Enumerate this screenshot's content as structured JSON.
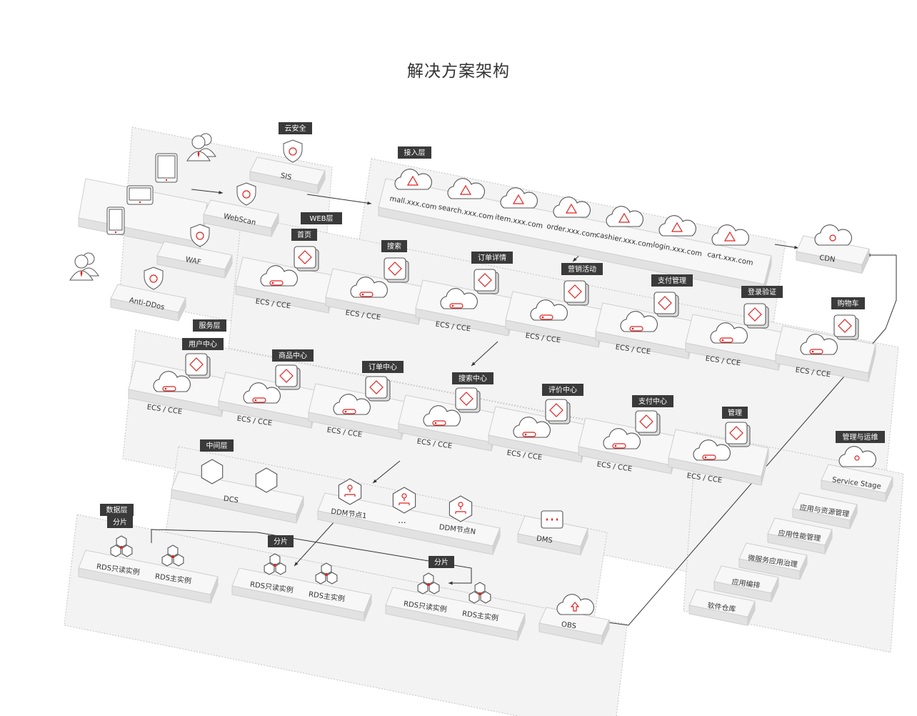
{
  "title": "解决方案架构",
  "cloud_security": {
    "tag": "云安全",
    "items": [
      "SIS",
      "WebScan",
      "WAF",
      "Anti-DDos"
    ]
  },
  "access_layer": {
    "tag": "接入层",
    "domains": [
      "mall.xxx.com",
      "search.xxx.com",
      "item.xxx.com",
      "order.xxx.com",
      "cashier.xxx.com",
      "login.xxx.com",
      "cart.xxx.com"
    ]
  },
  "cdn": "CDN",
  "web_layer": {
    "tag": "WEB层",
    "modules": [
      "首页",
      "搜索",
      "订单详情",
      "营销活动",
      "支付管理",
      "登录验证",
      "购物车"
    ],
    "compute": "ECS / CCE"
  },
  "service_layer": {
    "tag": "服务层",
    "modules": [
      "用户中心",
      "商品中心",
      "订单中心",
      "搜索中心",
      "评价中心",
      "支付中心",
      "管理"
    ],
    "compute": "ECS / CCE"
  },
  "middle_layer": {
    "tag": "中间层",
    "dcs": "DCS",
    "ddm_first": "DDM节点1",
    "ddm_dots": "...",
    "ddm_last": "DDM节点N",
    "dms": "DMS"
  },
  "data_layer": {
    "tag": "数据层",
    "shard_tag": "分片",
    "readonly": "RDS只读实例",
    "primary": "RDS主实例",
    "obs": "OBS"
  },
  "ops": {
    "tag": "管理与运维",
    "items": [
      "Service Stage",
      "应用与资源管理",
      "应用性能管理",
      "微服务应用治理",
      "应用编排",
      "软件仓库"
    ]
  },
  "colors": {
    "accent": "#e02020",
    "tag_bg": "#3a3a3a",
    "zone": "#f3f3f3"
  }
}
